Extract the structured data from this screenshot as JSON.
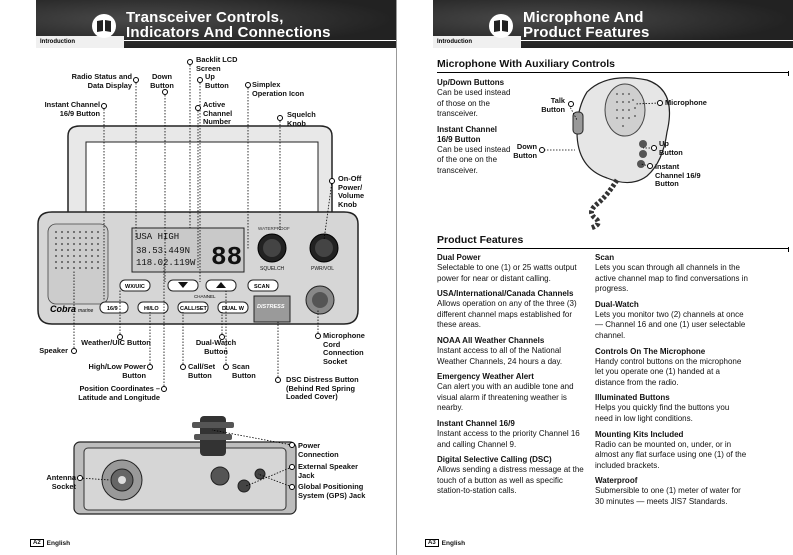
{
  "left_page": {
    "section_tab": "Introduction",
    "title_line1": "Transceiver Controls,",
    "title_line2": "Indicators And Connections",
    "callouts": {
      "backlit_lcd": "Backlit LCD Screen",
      "radio_status": "Radio Status and Data Display",
      "down_button": "Down Button",
      "up_button": "Up Button",
      "simplex_icon": "Simplex Operation Icon",
      "instant_channel": "Instant Channel 16/9 Button",
      "active_channel": "Active Channel Number",
      "squelch_knob": "Squelch Knob",
      "onoff_knob": "On-Off Power/ Volume Knob",
      "speaker": "Speaker",
      "wx_uic": "Weather/UIC Button",
      "dual_watch": "Dual-Watch Button",
      "high_low": "High/Low Power Button",
      "call_set": "Call/Set Button",
      "scan_button": "Scan Button",
      "mic_socket": "Microphone Cord Connection Socket",
      "position_coords": "Position Coordinates – Latitude and Longitude",
      "dsc_distress": "DSC Distress Button (Behind Red Spring Loaded Cover)",
      "power_connection": "Power Connection",
      "ext_speaker": "External Speaker Jack",
      "antenna_socket": "Antenna Socket",
      "gps_jack": "Global Positioning System (GPS) Jack"
    },
    "device": {
      "lcd_line1": "USA HIGH",
      "lcd_line2": "38.53.449N",
      "lcd_line3": "118.02.119W",
      "channel_digits": "88",
      "waterproof": "WATERPROOF",
      "squelch_label": "SQUELCH",
      "pwr_vol_label": "PWR/VOL",
      "btn_wx": "WX/UIC",
      "btn_scan": "SCAN",
      "btn_169": "16/9",
      "btn_hilo": "HI/LO",
      "btn_callset": "CALL/SET",
      "btn_dualw": "DUAL W",
      "distress": "DISTRESS",
      "channel_label": "CHANNEL",
      "brand": "Cobra",
      "brand_sub": "marine"
    },
    "footer_page": "A2",
    "footer_lang": "English"
  },
  "right_page": {
    "section_tab": "Introduction",
    "title_line1": "Microphone And",
    "title_line2": "Product Features",
    "mic_heading": "Microphone With Auxiliary Controls",
    "mic_items": [
      {
        "title": "Up/Down Buttons",
        "body": "Can be used instead of those on the transceiver."
      },
      {
        "title": "Instant Channel 16/9 Button",
        "body": "Can be used instead of the one on the transceiver."
      }
    ],
    "mic_callouts": {
      "talk": "Talk Button",
      "microphone": "Microphone",
      "down": "Down Button",
      "up": "Up Button",
      "instant": "Instant Channel 16/9 Button"
    },
    "features_heading": "Product Features",
    "features_left": [
      {
        "title": "Dual Power",
        "body": "Selectable to one (1) or 25 watts output power for near or distant calling."
      },
      {
        "title": "USA/International/Canada Channels",
        "body": "Allows operation on any of the three (3) different channel maps established for these areas."
      },
      {
        "title": "NOAA All Weather Channels",
        "body": "Instant access to all of the National Weather Channels, 24 hours a day."
      },
      {
        "title": "Emergency Weather Alert",
        "body": "Can alert you with an audible tone and visual alarm if threatening weather is nearby."
      },
      {
        "title": "Instant Channel 16/9",
        "body": "Instant access to the priority Channel 16 and calling Channel 9."
      },
      {
        "title": "Digital Selective Calling (DSC)",
        "body": "Allows sending a distress message at the touch of a button as well as specific station-to-station calls."
      }
    ],
    "features_right": [
      {
        "title": "Scan",
        "body": "Lets you scan through all channels in the active channel map to find conversations in progress."
      },
      {
        "title": "Dual-Watch",
        "body": "Lets you monitor two (2) channels at once — Channel 16 and one (1) user selectable channel."
      },
      {
        "title": "Controls On The Microphone",
        "body": "Handy control buttons on the microphone let you operate one (1) handed at a distance from the radio."
      },
      {
        "title": "Illuminated Buttons",
        "body": "Helps you quickly find the buttons you need in low light conditions."
      },
      {
        "title": "Mounting Kits Included",
        "body": "Radio can be mounted on, under, or in almost any flat surface using one (1) of the included brackets."
      },
      {
        "title": "Waterproof",
        "body": "Submersible to one (1) meter of water for 30 minutes — meets JIS7 Standards."
      }
    ],
    "footer_page": "A3",
    "footer_lang": "English"
  }
}
